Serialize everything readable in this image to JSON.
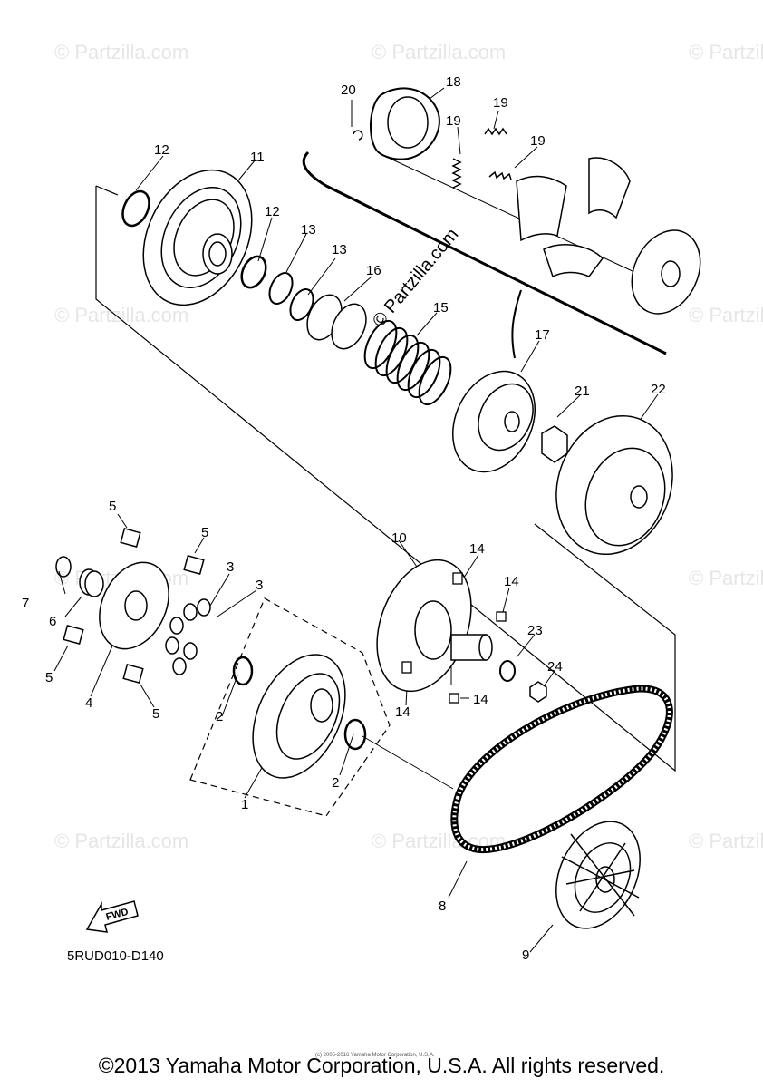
{
  "diagram_code": "5RUD010-D140",
  "copyright": "©2013 Yamaha Motor Corporation, U.S.A. All rights reserved.",
  "small_copyright": "(c) 2005-2016 Yamaha Motor Corporation, U.S.A.",
  "watermark": "© Partzilla.com",
  "fwd_label": "FWD",
  "callouts": [
    "1",
    "2",
    "3",
    "4",
    "5",
    "6",
    "7",
    "8",
    "9",
    "10",
    "11",
    "12",
    "13",
    "14",
    "15",
    "16",
    "17",
    "18",
    "19",
    "20",
    "21",
    "22",
    "23",
    "24"
  ]
}
